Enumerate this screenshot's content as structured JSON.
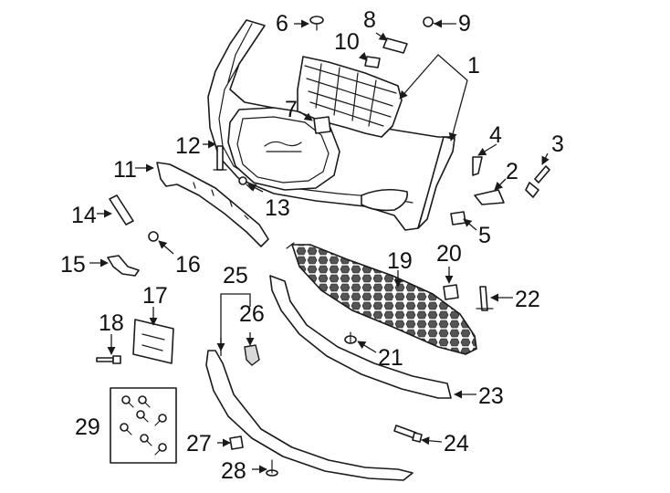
{
  "callouts": {
    "c1": "1",
    "c2": "2",
    "c3": "3",
    "c4": "4",
    "c5": "5",
    "c6": "6",
    "c7": "7",
    "c8": "8",
    "c9": "9",
    "c10": "10",
    "c11": "11",
    "c12": "12",
    "c13": "13",
    "c14": "14",
    "c15": "15",
    "c16": "16",
    "c17": "17",
    "c18": "18",
    "c19": "19",
    "c20": "20",
    "c21": "21",
    "c22": "22",
    "c23": "23",
    "c24": "24",
    "c25": "25",
    "c26": "26",
    "c27": "27",
    "c28": "28",
    "c29": "29"
  },
  "colors": {
    "line": "#1a1a1a",
    "background": "#ffffff",
    "shade": "#d9d9d9"
  }
}
